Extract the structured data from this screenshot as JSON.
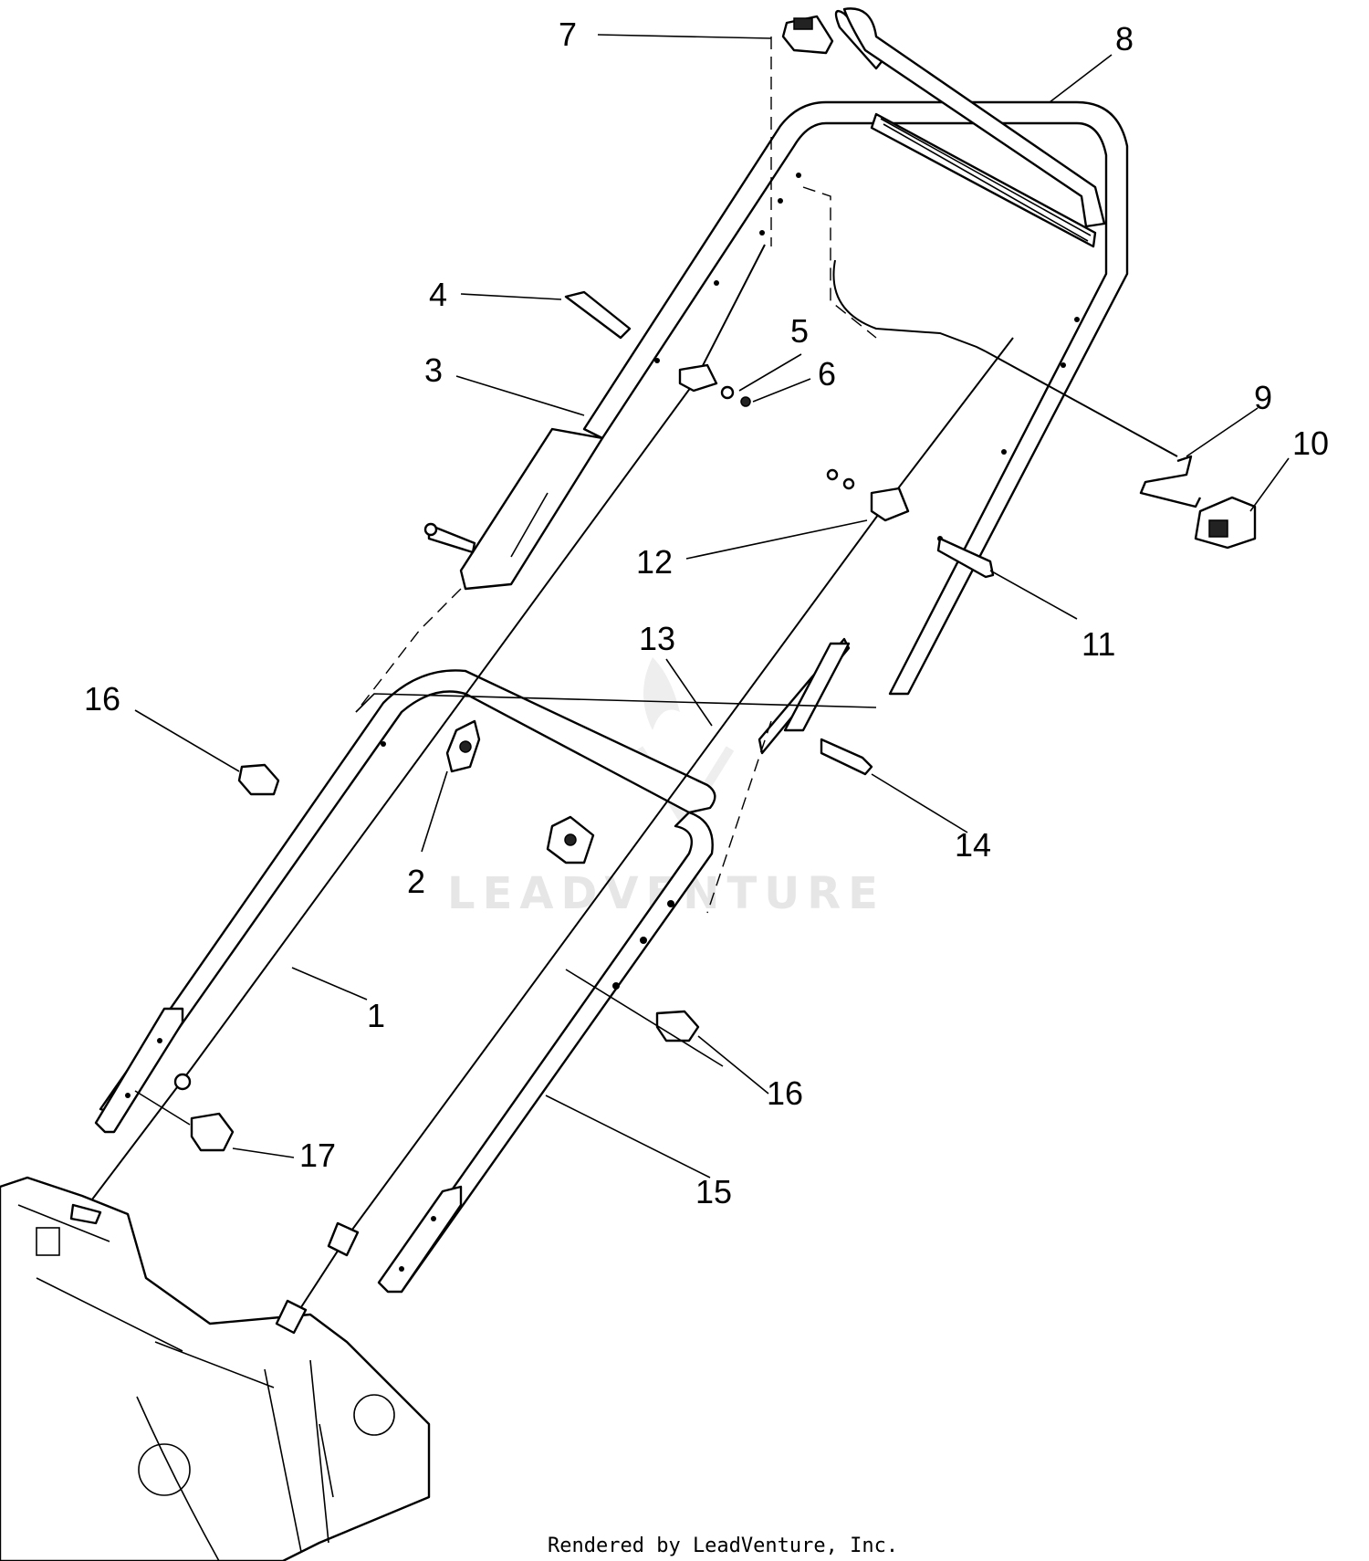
{
  "callouts": [
    {
      "id": "1",
      "label": "1"
    },
    {
      "id": "2",
      "label": "2"
    },
    {
      "id": "3",
      "label": "3"
    },
    {
      "id": "4",
      "label": "4"
    },
    {
      "id": "5",
      "label": "5"
    },
    {
      "id": "6",
      "label": "6"
    },
    {
      "id": "7",
      "label": "7"
    },
    {
      "id": "8",
      "label": "8"
    },
    {
      "id": "9",
      "label": "9"
    },
    {
      "id": "10",
      "label": "10"
    },
    {
      "id": "11",
      "label": "11"
    },
    {
      "id": "12",
      "label": "12"
    },
    {
      "id": "13",
      "label": "13"
    },
    {
      "id": "14",
      "label": "14"
    },
    {
      "id": "15",
      "label": "15"
    },
    {
      "id": "16a",
      "label": "16"
    },
    {
      "id": "16b",
      "label": "16"
    },
    {
      "id": "17",
      "label": "17"
    }
  ],
  "watermark": "LEADVENTURE",
  "footer": "Rendered by LeadVenture, Inc."
}
